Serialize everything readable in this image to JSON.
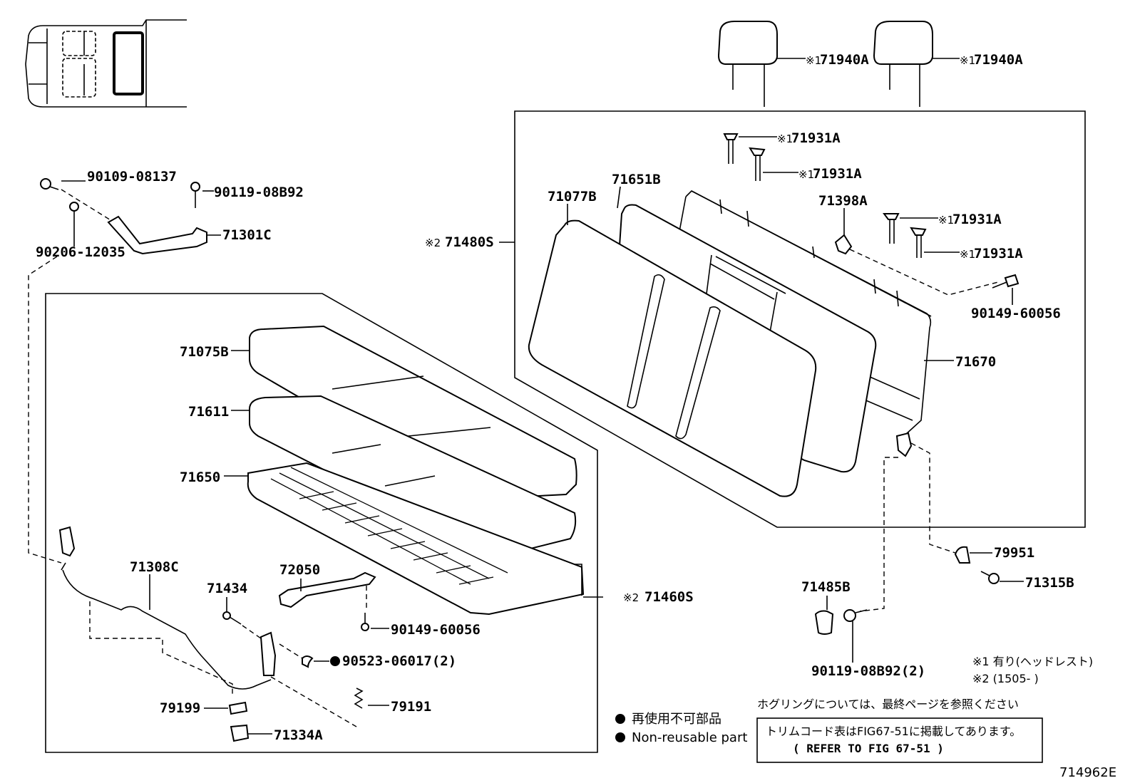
{
  "labels": {
    "p_71940A_1": "71940A",
    "p_71940A_2": "71940A",
    "p_71931A_1": "71931A",
    "p_71931A_2": "71931A",
    "p_71931A_3": "71931A",
    "p_71931A_4": "71931A",
    "p_71651B": "71651B",
    "p_71077B": "71077B",
    "p_71398A": "71398A",
    "p_71480S": "71480S",
    "p_90149_60056_upper": "90149-60056",
    "p_71670": "71670",
    "p_90109_08137": "90109-08137",
    "p_90119_08B92": "90119-08B92",
    "p_71301C": "71301C",
    "p_90206_12035": "90206-12035",
    "p_71075B": "71075B",
    "p_71611": "71611",
    "p_71650": "71650",
    "p_71308C": "71308C",
    "p_71434": "71434",
    "p_72050": "72050",
    "p_71460S": "71460S",
    "p_90149_60056_lower": "90149-60056",
    "p_90523_06017": "90523-06017(2)",
    "p_79191": "79191",
    "p_79199": "79199",
    "p_71334A": "71334A",
    "p_79951": "79951",
    "p_71315B": "71315B",
    "p_71485B": "71485B",
    "p_90119_08B92_2": "90119-08B92(2)"
  },
  "marks": {
    "mark1": "※1",
    "mark2": "※2"
  },
  "notes": {
    "footnote1": "※1 有り(ヘッドレスト)",
    "footnote2": "※2 (1505-      )",
    "hog_ring": "ホグリングについては、最終ページを参照ください",
    "trim_code_jp": "トリムコード表はFIG67-51に掲載してあります。",
    "trim_code_en": "(    REFER TO FIG 67-51    )"
  },
  "legend": {
    "symbol": "●",
    "jp": "再使用不可部品",
    "en": "Non-reusable part"
  },
  "figure_id": "714962E",
  "icons": {
    "vehicle_locator": "vehicle-top-view-icon",
    "non_reusable": "filled-circle-icon"
  }
}
